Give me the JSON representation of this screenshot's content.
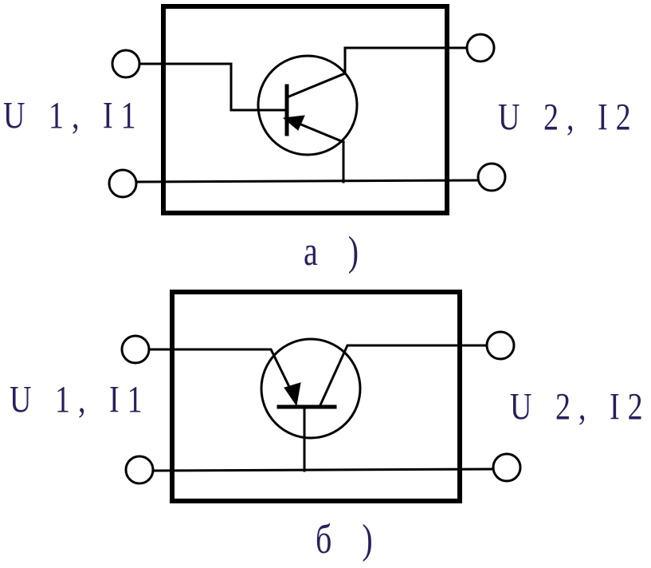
{
  "diagram_a": {
    "input_label": "U 1, I1",
    "output_label": "U 2, I2",
    "caption": "а )"
  },
  "diagram_b": {
    "input_label": "U 1, I1",
    "output_label": "U 2, I2",
    "caption": "б )"
  },
  "colors": {
    "line": "#000000",
    "text": "#2a1f5c"
  }
}
